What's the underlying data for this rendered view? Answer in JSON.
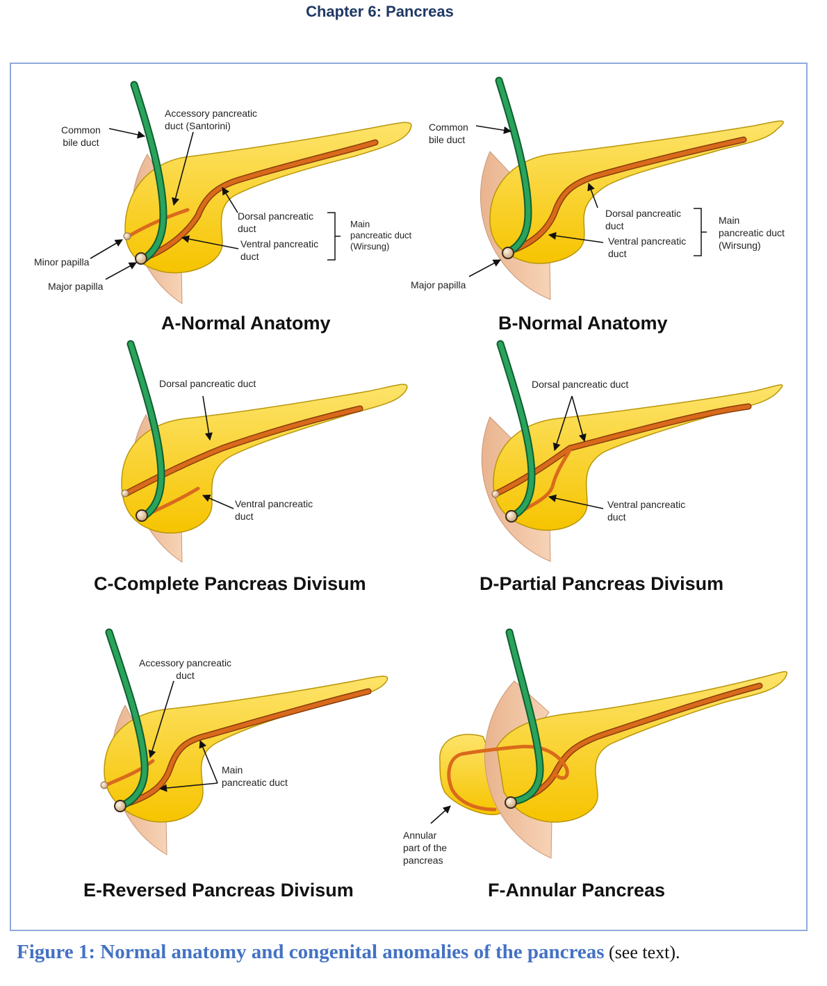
{
  "header": {
    "chapter": "Chapter 6: Pancreas"
  },
  "panels": {
    "a": {
      "title": "A-Normal Anatomy",
      "labels": {
        "common_bile_duct": "Common\nbile duct",
        "accessory": "Accessory pancreatic\nduct (Santorini)",
        "dorsal": "Dorsal pancreatic\nduct",
        "ventral": "Ventral pancreatic\nduct",
        "main": "Main\npancreatic duct\n(Wirsung)",
        "minor_papilla": "Minor papilla",
        "major_papilla": "Major papilla"
      }
    },
    "b": {
      "title": "B-Normal Anatomy",
      "labels": {
        "common_bile_duct": "Common\nbile duct",
        "dorsal": "Dorsal pancreatic\nduct",
        "ventral": "Ventral pancreatic\nduct",
        "main": "Main\npancreatic duct\n(Wirsung)",
        "major_papilla": "Major papilla"
      }
    },
    "c": {
      "title": "C-Complete Pancreas Divisum",
      "labels": {
        "dorsal": "Dorsal pancreatic duct",
        "ventral": "Ventral pancreatic\nduct"
      }
    },
    "d": {
      "title": "D-Partial Pancreas Divisum",
      "labels": {
        "dorsal": "Dorsal pancreatic duct",
        "ventral": "Ventral pancreatic\nduct"
      }
    },
    "e": {
      "title": "E-Reversed Pancreas Divisum",
      "labels": {
        "accessory": "Accessory pancreatic\nduct",
        "main": "Main\npancreatic duct"
      }
    },
    "f": {
      "title": "F-Annular Pancreas",
      "labels": {
        "annular": "Annular\npart of the\npancreas"
      }
    }
  },
  "colors": {
    "pancreas_fill": "#fcd320",
    "pancreas_edge": "#b8960a",
    "duct": "#d96a1c",
    "bile_duct": "#1e8a4c",
    "duodenum": "#f3c7a4",
    "frame": "#8eaadb",
    "caption_blue": "#4472c4",
    "chapter_blue": "#1f3864"
  },
  "caption": {
    "main": "Figure 1: Normal anatomy and congenital anomalies of the pancreas",
    "note": " (see text)."
  }
}
